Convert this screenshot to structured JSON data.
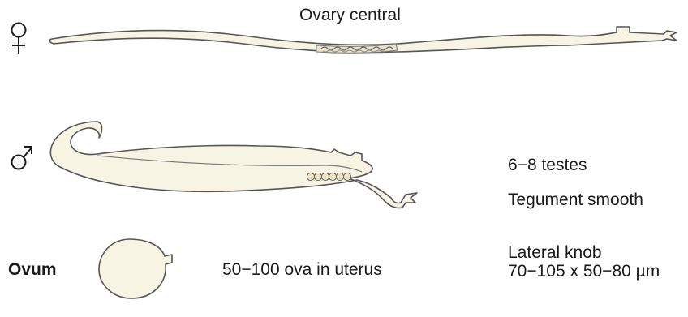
{
  "female": {
    "symbol": "♀",
    "ovary_label": "Ovary central"
  },
  "male": {
    "symbol": "♂",
    "testes_label": "6−8 testes",
    "tegument_label": "Tegument smooth"
  },
  "ovum": {
    "label": "Ovum",
    "count_label": "50−100 ova in uterus",
    "knob_label": "Lateral knob",
    "size_label": "70−105 x 50−80 µm"
  },
  "colors": {
    "worm_fill": "#f8f4e4",
    "outline": "#555555",
    "ink": "#1a1a1a"
  }
}
